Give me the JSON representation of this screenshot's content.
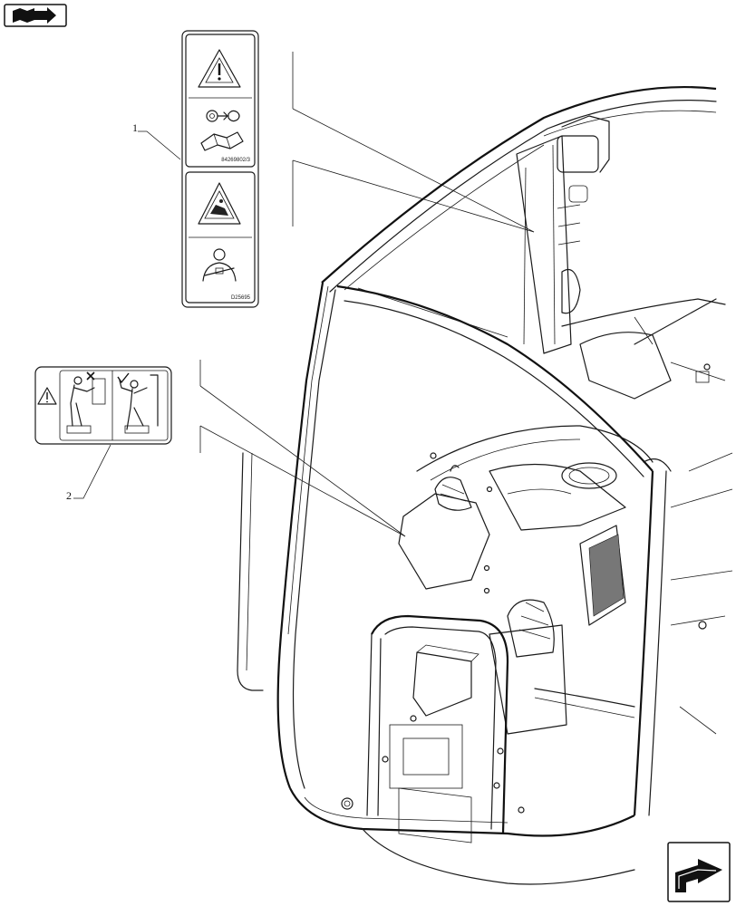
{
  "nav": {
    "book_icon": "book-arrow-icon",
    "next_icon": "next-page-arrow-icon"
  },
  "callouts": [
    {
      "id": "1",
      "label": "1"
    },
    {
      "id": "2",
      "label": "2"
    }
  ],
  "decal_1": {
    "upper_code": "84269802/3",
    "lower_code": "D25695"
  },
  "colors": {
    "line": "#1a1a1a",
    "background": "#ffffff"
  }
}
